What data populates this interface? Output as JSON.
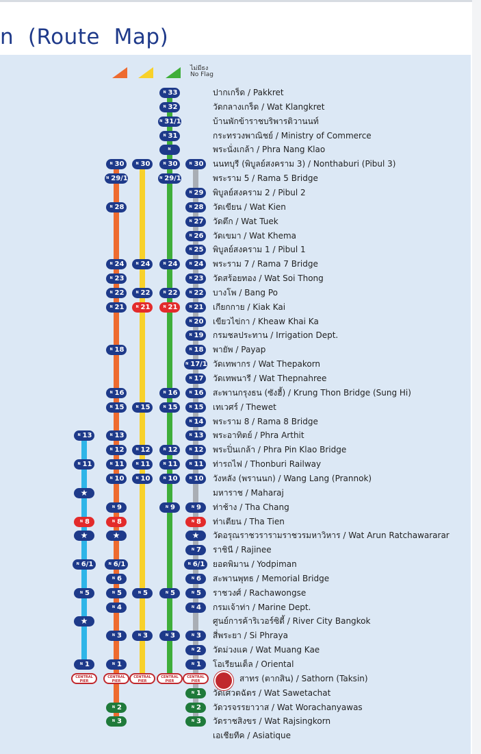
{
  "title": "n  (Route  Map)",
  "no_flag_label": [
    "ไม่มีธง",
    "No Flag"
  ],
  "colors": {
    "orange": "#ee6b2f",
    "yellow": "#f8d12a",
    "green": "#3fae3a",
    "blue": "#2fb5e8",
    "gray": "#a9aeb5",
    "navy": "#1e3a8a",
    "red": "#e32b2b"
  },
  "lines": [
    "blue",
    "orange",
    "yellow",
    "green",
    "gray"
  ],
  "stops": [
    {
      "text": "ปากเกร็ด / Pakkret",
      "badges": {
        "green": "33"
      }
    },
    {
      "text": "วัดกลางเกร็ด / Wat Klangkret",
      "badges": {
        "green": "32"
      }
    },
    {
      "text": "บ้านพักข้าราชบริพารติวานนท์",
      "badges": {
        "green": "31/1"
      }
    },
    {
      "text": "กระทรวงพาณิชย์ / Ministry of Commerce",
      "badges": {
        "green": "31"
      }
    },
    {
      "text": "พระนั่งเกล้า / Phra Nang Klao",
      "badges": {
        "green": ""
      }
    },
    {
      "text": "นนทบุรี (พิบูลย์สงคราม 3) / Nonthaburi (Pibul 3)",
      "badges": {
        "orange": "30",
        "yellow": "30",
        "green": "30",
        "gray": "30"
      }
    },
    {
      "text": "พระราม 5 / Rama 5 Bridge",
      "badges": {
        "orange": "29/1",
        "green": "29/1"
      }
    },
    {
      "text": "พิบูลย์สงคราม 2 / Pibul 2",
      "badges": {
        "gray": "29"
      }
    },
    {
      "text": "วัดเขียน / Wat Kien",
      "badges": {
        "orange": "28",
        "gray": "28"
      }
    },
    {
      "text": "วัดตึก / Wat Tuek",
      "badges": {
        "gray": "27"
      }
    },
    {
      "text": "วัดเขมา / Wat Khema",
      "badges": {
        "gray": "26"
      }
    },
    {
      "text": "พิบูลย์สงคราม 1 / Pibul 1",
      "badges": {
        "gray": "25"
      }
    },
    {
      "text": "พระราม 7 / Rama 7 Bridge",
      "badges": {
        "orange": "24",
        "yellow": "24",
        "green": "24",
        "gray": "24"
      }
    },
    {
      "text": "วัดสร้อยทอง / Wat Soi Thong",
      "badges": {
        "orange": "23",
        "gray": "23"
      }
    },
    {
      "text": "บางโพ / Bang Po",
      "badges": {
        "orange": "22",
        "yellow": "22",
        "green": "22",
        "gray": "22"
      }
    },
    {
      "text": "เกียกกาย / Kiak Kai",
      "badges": {
        "orange": "21",
        "yellow": "21",
        "green": "21",
        "gray": "21"
      },
      "red": [
        "yellow",
        "green"
      ]
    },
    {
      "text": "เขียวไข่กา / Kheaw Khai Ka",
      "badges": {
        "gray": "20"
      }
    },
    {
      "text": "กรมชลประทาน / Irrigation Dept.",
      "badges": {
        "gray": "19"
      }
    },
    {
      "text": "พายัพ / Payap",
      "badges": {
        "orange": "18",
        "gray": "18"
      }
    },
    {
      "text": "วัดเทพากร / Wat Thepakorn",
      "badges": {
        "gray": "17/1"
      }
    },
    {
      "text": "วัดเทพนารี / Wat Thepnahree",
      "badges": {
        "gray": "17"
      }
    },
    {
      "text": "สะพานกรุงธน (ซังฮี้) / Krung Thon Bridge (Sung Hi)",
      "badges": {
        "orange": "16",
        "green": "16",
        "gray": "16"
      }
    },
    {
      "text": "เทเวศร์ / Thewet",
      "badges": {
        "orange": "15",
        "yellow": "15",
        "green": "15",
        "gray": "15"
      }
    },
    {
      "text": "พระราม 8 / Rama 8 Bridge",
      "badges": {
        "gray": "14"
      }
    },
    {
      "text": "พระอาทิตย์ / Phra Arthit",
      "badges": {
        "blue": "13",
        "orange": "13",
        "gray": "13"
      }
    },
    {
      "text": "พระปิ่นเกล้า / Phra Pin Klao Bridge",
      "badges": {
        "orange": "12",
        "yellow": "12",
        "green": "12",
        "gray": "12"
      }
    },
    {
      "text": "ท่ารถไฟ / Thonburi Railway",
      "badges": {
        "blue": "11",
        "orange": "11",
        "yellow": "11",
        "green": "11",
        "gray": "11"
      }
    },
    {
      "text": "วังหลัง (พรานนก) / Wang Lang (Prannok)",
      "badges": {
        "orange": "10",
        "yellow": "10",
        "green": "10",
        "gray": "10"
      }
    },
    {
      "text": "มหาราช / Maharaj",
      "badges": {
        "blue": "★"
      }
    },
    {
      "text": "ท่าช้าง / Tha Chang",
      "badges": {
        "orange": "9",
        "green": "9",
        "gray": "9"
      }
    },
    {
      "text": "ท่าเตียน / Tha Tien",
      "badges": {
        "blue": "8",
        "orange": "8",
        "gray": "8"
      },
      "red": [
        "blue",
        "orange",
        "gray"
      ]
    },
    {
      "text": "วัดอรุณราชวรารามราชวรมหาวิหาร / Wat Arun Ratchawararar",
      "badges": {
        "blue": "★",
        "orange": "★",
        "gray": "★"
      }
    },
    {
      "text": "ราชินี / Rajinee",
      "badges": {
        "gray": "7"
      }
    },
    {
      "text": "ยอดพิมาน / Yodpiman",
      "badges": {
        "blue": "6/1",
        "orange": "6/1",
        "gray": "6/1"
      }
    },
    {
      "text": "สะพานพุทธ / Memorial Bridge",
      "badges": {
        "orange": "6",
        "gray": "6"
      }
    },
    {
      "text": "ราชวงศ์ / Rachawongse",
      "badges": {
        "blue": "5",
        "orange": "5",
        "yellow": "5",
        "green": "5",
        "gray": "5"
      }
    },
    {
      "text": "กรมเจ้าท่า / Marine Dept.",
      "badges": {
        "orange": "4",
        "gray": "4"
      }
    },
    {
      "text": "ศูนย์การค้าริเวอร์ซิตี้   /   River City Bangkok",
      "badges": {
        "blue": "★"
      }
    },
    {
      "text": "สี่พระยา / Si Phraya",
      "badges": {
        "orange": "3",
        "yellow": "3",
        "green": "3",
        "gray": "3"
      }
    },
    {
      "text": "วัดม่วงแค / Wat Muang Kae",
      "badges": {
        "gray": "2"
      }
    },
    {
      "text": "โอเรียนเต็ล / Oriental",
      "badges": {
        "blue": "1",
        "orange": "1",
        "gray": "1"
      }
    },
    {
      "text": "สาทร (ตากสิน) / Sathorn (Taksin)",
      "pier": true
    },
    {
      "text": "วัดเศวตฉัตร / Wat Sawetachat",
      "badges": {
        "gray": "1"
      },
      "green": [
        "gray"
      ]
    },
    {
      "text": "วัดวรจรรยาวาส / Wat Worachanyawas",
      "badges": {
        "orange": "2",
        "gray": "2"
      },
      "green": [
        "orange",
        "gray"
      ]
    },
    {
      "text": "วัดราชสิงขร / Wat Rajsingkorn",
      "badges": {
        "orange": "3",
        "gray": "3"
      },
      "green": [
        "orange",
        "gray"
      ]
    },
    {
      "text": "เอเชียทีค / Asiatique",
      "badges": {}
    }
  ],
  "pier_label": "CENTRAL PIER"
}
